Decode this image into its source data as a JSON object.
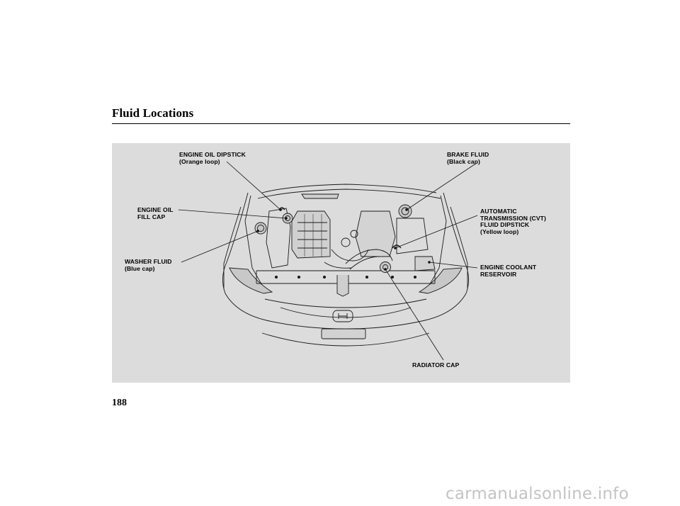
{
  "header": {
    "title": "Fluid Locations"
  },
  "labels": {
    "engine_oil_dipstick": {
      "line1": "ENGINE OIL DIPSTICK",
      "line2": "(Orange loop)"
    },
    "brake_fluid": {
      "line1": "BRAKE FLUID",
      "line2": "(Black cap)"
    },
    "engine_oil_fill_cap": {
      "line1": "ENGINE OIL",
      "line2": "FILL CAP"
    },
    "atf_dipstick": {
      "line1": "AUTOMATIC",
      "line2": "TRANSMISSION (CVT)",
      "line3": "FLUID DIPSTICK",
      "line4": "(Yellow loop)"
    },
    "washer_fluid": {
      "line1": "WASHER FLUID",
      "line2": "(Blue cap)"
    },
    "engine_coolant_reservoir": {
      "line1": "ENGINE COOLANT",
      "line2": "RESERVOIR"
    },
    "radiator_cap": {
      "line1": "RADIATOR CAP"
    }
  },
  "footer": {
    "page_number": "188"
  },
  "watermark": "carmanualsonline.info",
  "colors": {
    "figure_background": "#dcdcdc",
    "line_art": "#1a1a1a",
    "watermark": "#c4c4c4"
  }
}
